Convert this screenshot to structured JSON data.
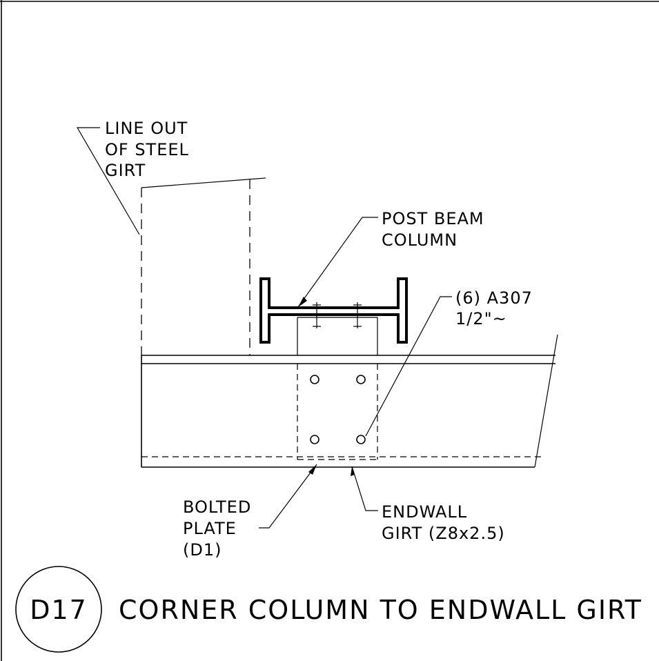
{
  "labels": {
    "line_out": [
      "LINE OUT",
      "OF STEEL",
      "GIRT"
    ],
    "post_beam": [
      "POST BEAM",
      "COLUMN"
    ],
    "bolts": [
      "(6) A307",
      "1/2\"~"
    ],
    "bolted_plate": [
      "BOLTED",
      "PLATE",
      "(D1)"
    ],
    "endwall_girt": [
      "ENDWALL",
      "GIRT (Z8x2.5)"
    ]
  },
  "detail": {
    "id": "D17",
    "title": "CORNER COLUMN TO ENDWALL GIRT"
  }
}
